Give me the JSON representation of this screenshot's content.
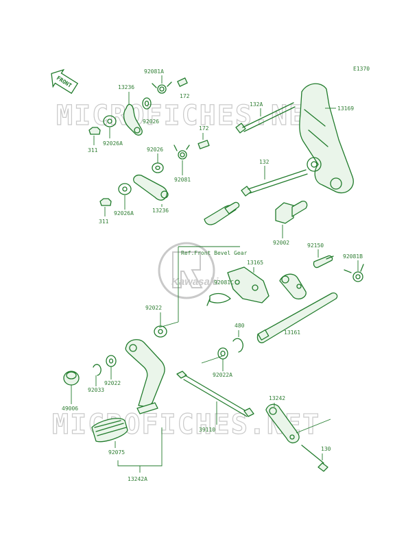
{
  "diagram_code": "E1370",
  "front_label": "FRONT",
  "watermark_text": "MICROFICHES.NET",
  "logo_text": "Kawasaki",
  "reference_note": "Ref.Front Bevel Gear",
  "colors": {
    "line": "#1f7a2a",
    "text": "#2e7d32",
    "watermark": "#c9c9c9"
  },
  "parts": {
    "p92081A": "92081A",
    "p13236_top": "13236",
    "p172_top": "172",
    "p92026_top": "92026",
    "p311_top": "311",
    "p92026A_top": "92026A",
    "p132A": "132A",
    "p13169": "13169",
    "p172_mid": "172",
    "p92026_mid": "92026",
    "p92081": "92081",
    "p132": "132",
    "p311_bot": "311",
    "p92026A_bot": "92026A",
    "p13236_bot": "13236",
    "p92002": "92002",
    "p13165": "13165",
    "p92150": "92150",
    "p92081B": "92081B",
    "p92081C": "92081C",
    "p92022_top": "92022",
    "p480": "480",
    "p13161": "13161",
    "p92022A": "92022A",
    "p92022_bot": "92022",
    "p92033": "92033",
    "p49006": "49006",
    "p39110": "39110",
    "p13242": "13242",
    "p130": "130",
    "p92075": "92075",
    "p13242A": "13242A"
  }
}
